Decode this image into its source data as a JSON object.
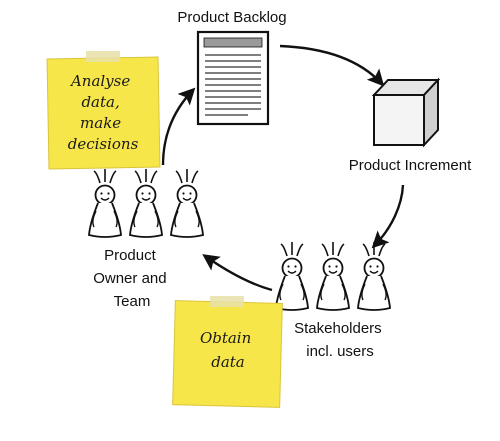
{
  "labels": {
    "product_backlog": "Product Backlog",
    "product_increment": "Product Increment",
    "product_owner_team": [
      "Product",
      "Owner and",
      "Team"
    ],
    "stakeholders": [
      "Stakeholders",
      "incl. users"
    ]
  },
  "notes": {
    "analyse": [
      "Analyse",
      "data,",
      "make",
      "decisions"
    ],
    "obtain": [
      "Obtain",
      "data"
    ]
  },
  "colors": {
    "sticky_note": "#f7e64a",
    "sticky_tape": "#e8e0a8",
    "ink": "#111111",
    "box_face": "#f4f4f4",
    "box_top": "#e6e6e6",
    "box_side": "#cfcfcf"
  },
  "icons": {
    "backlog": "document-icon",
    "increment": "cube-icon",
    "people": "stick-figure-icon"
  }
}
